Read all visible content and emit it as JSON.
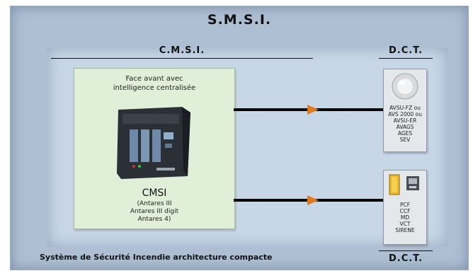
{
  "outer_title": "S.M.S.I.",
  "cmsi_label": "C.M.S.I.",
  "dct_label_top": "D.C.T.",
  "dct_label_bottom": "D.C.T.",
  "cmsi_box": {
    "caption_line1": "Face avant avec",
    "caption_line2": "intelligence centralisée",
    "name": "CMSI",
    "models": [
      "(Antares III",
      "Antares III digit",
      "Antares 4)"
    ]
  },
  "dct_top": {
    "icon": "siren-dome-icon",
    "lines": [
      "AVSU-FZ ou",
      "AVS 2000 ou",
      "AVSU-ER",
      "AVAGS",
      "AGES",
      "SEV"
    ]
  },
  "dct_bottom": {
    "icon": "door-device-icon",
    "lines": [
      "PCF",
      "CCF",
      "MD",
      "VCT",
      "SIRENE"
    ]
  },
  "footer": "Système de Sécurité Incendie architecture compacte",
  "colors": {
    "frame": "#aebfd3",
    "inner": "#c8d7e8",
    "cmsi_box": "#e0efd7",
    "arrow": "#e07a1e",
    "link": "#000000"
  }
}
